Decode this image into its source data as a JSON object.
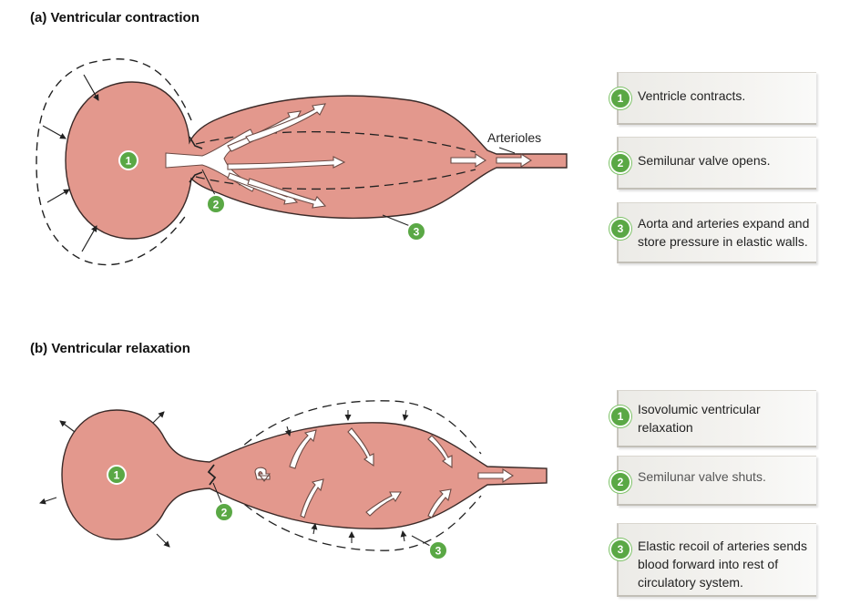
{
  "panel_a": {
    "title": "(a) Ventricular contraction",
    "arterioles_label": "Arterioles",
    "markers": [
      "1",
      "2",
      "3"
    ],
    "steps": [
      {
        "num": "1",
        "text": "Ventricle contracts."
      },
      {
        "num": "2",
        "text": "Semilunar valve opens."
      },
      {
        "num": "3",
        "text": "Aorta and arteries expand and store pressure in elastic walls."
      }
    ]
  },
  "panel_b": {
    "title": "(b) Ventricular relaxation",
    "markers": [
      "1",
      "2",
      "3"
    ],
    "steps": [
      {
        "num": "1",
        "text": "Isovolumic ventricular relaxation"
      },
      {
        "num": "2",
        "text": "Semilunar valve shuts."
      },
      {
        "num": "3",
        "text": "Elastic recoil of arteries sends blood forward into rest of circulatory system."
      }
    ]
  },
  "colors": {
    "tissue": "#e3988d",
    "tissue_outline": "#3a2a28",
    "badge_green": "#5aa845"
  }
}
